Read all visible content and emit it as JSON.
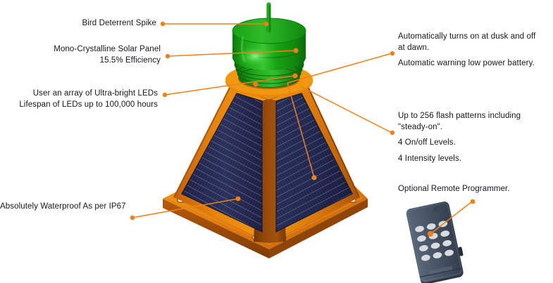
{
  "diagram": {
    "title": "Solar Marine Lantern Feature Callout Diagram",
    "accent_color": "#f08018",
    "text_color": "#18181c",
    "background": "#ffffff",
    "product_colors": {
      "body_orange_light": "#e8860f",
      "body_orange": "#e07b10",
      "body_orange_dark": "#8c4709",
      "lens_green": "#16a012",
      "lens_green_dark": "#0d7a0b",
      "lens_green_light": "#3fc93a",
      "solar_panel_navy": "#262b52",
      "solar_panel_line": "#9aa3c8",
      "remote_body": "#4a5568",
      "remote_button": "#d8dce0"
    }
  },
  "callouts": {
    "left": [
      {
        "id": "bird-deterrent-spike",
        "lines": [
          "Bird Deterrent Spike"
        ]
      },
      {
        "id": "solar-panel",
        "lines": [
          "Mono-Crystalline Solar Panel",
          "15.5% Efficiency"
        ]
      },
      {
        "id": "leds",
        "lines": [
          "User an array of Ultra-bright LEDs",
          "Lifespan of LEDs up to 100,000 hours"
        ]
      },
      {
        "id": "waterproof",
        "lines": [
          "Absolutely Waterproof As per IP67"
        ]
      }
    ],
    "right": [
      {
        "id": "dusk-dawn",
        "line1": "Automatically turns on at dusk and off",
        "line2": "at dawn.",
        "line3": "Automatic warning low power battery."
      },
      {
        "id": "flash-patterns",
        "line1": "Up to 256 flash patterns including",
        "line2": "\"steady-on\".",
        "line3": "4 On/off Levels.",
        "line4": "4 Intensity levels."
      },
      {
        "id": "remote-programmer",
        "line1": "Optional Remote Programmer."
      }
    ]
  },
  "product": {
    "name": "solar-marine-lantern",
    "parts": [
      "bird-deterrent-spike",
      "green-lens-dome",
      "lens-base-rings",
      "orange-collar",
      "solar-panel-left",
      "solar-panel-right",
      "orange-body-frustum",
      "base-flange",
      "mounting-slots"
    ]
  },
  "remote": {
    "name": "remote-programmer",
    "button_rows": 4,
    "button_cols": 3
  }
}
